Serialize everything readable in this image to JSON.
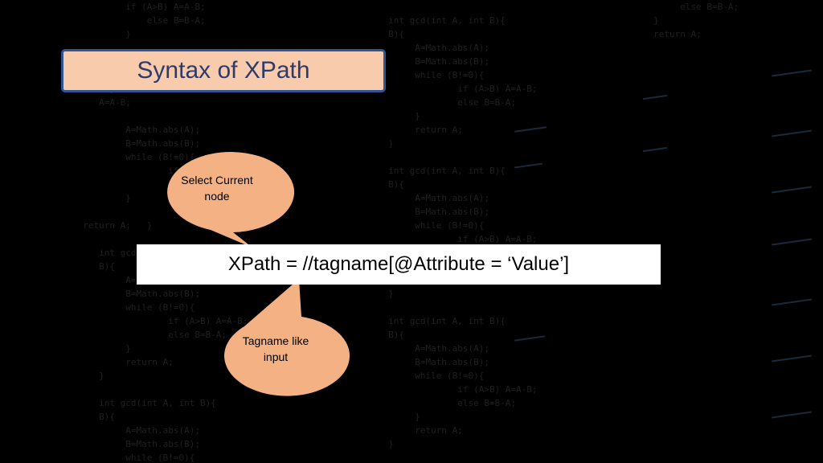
{
  "title": "Syntax of XPath",
  "formula": "XPath = //tagname[@Attribute = ‘Value’]",
  "callouts": {
    "select_current": "Select Current\nnode",
    "tagname": "Tagname like\ninput"
  },
  "colors": {
    "background": "#000000",
    "title_fill": "#f8cbad",
    "title_border": "#2f5597",
    "title_text": "#2e3b6a",
    "bubble_fill": "#f4b183",
    "formula_fill": "#ffffff"
  }
}
